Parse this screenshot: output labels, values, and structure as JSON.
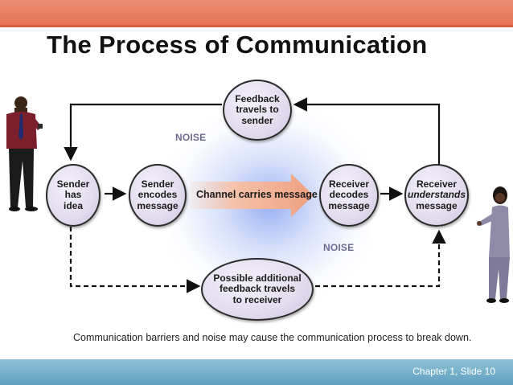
{
  "title": "The Process of Communication",
  "nodes": {
    "feedback": "Feedback\ntravels to\nsender",
    "sender_idea": "Sender\nhas\nidea",
    "sender_encodes": "Sender\nencodes\nmessage",
    "receiver_decodes": "Receiver\ndecodes\nmessage",
    "receiver_understands_top": "Receiver",
    "receiver_understands_mid": "understands",
    "receiver_understands_bot": "message",
    "possible_feedback": "Possible additional\nfeedback travels\nto receiver"
  },
  "channel_label": "Channel carries message",
  "noise_top": "NOISE",
  "noise_bottom": "NOISE",
  "caption": "Communication barriers and noise may cause the communication process to break down.",
  "footer": "Chapter 1, Slide 10",
  "colors": {
    "top_band": "#e46f51",
    "bottom_band": "#6fa9c5",
    "node_fill": "#e2dcee",
    "channel_arrow": "#f0a98a",
    "noise_text": "#6e6a93"
  },
  "icons": [
    "man-figure",
    "woman-figure",
    "arrow-icon"
  ]
}
